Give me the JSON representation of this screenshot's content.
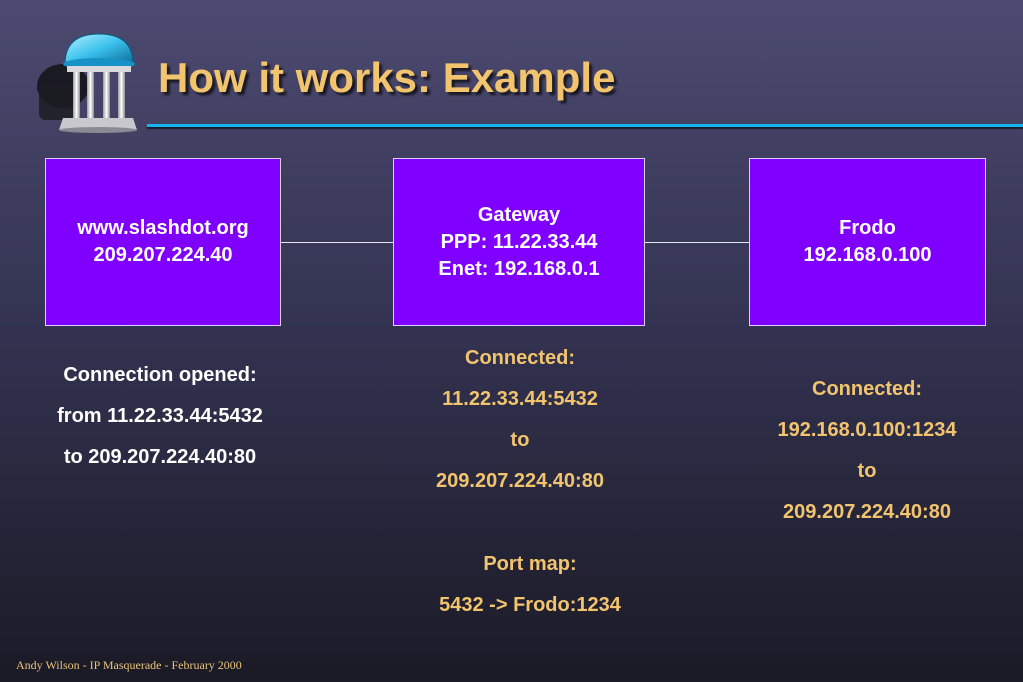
{
  "slide": {
    "title": "How it works: Example",
    "logo_icon": "gazebo-logo-icon",
    "accent_color": "#16b2ee",
    "title_color": "#f2c46e",
    "footer": "Andy Wilson - IP Masquerade - February 2000"
  },
  "nodes": {
    "server": {
      "lines": [
        "www.slashdot.org",
        "209.207.224.40"
      ]
    },
    "gateway": {
      "lines": [
        "Gateway",
        "PPP: 11.22.33.44",
        "Enet: 192.168.0.1"
      ]
    },
    "frodo": {
      "lines": [
        "Frodo",
        "192.168.0.100"
      ]
    },
    "box_color": "#8000ff"
  },
  "annotations": {
    "server": [
      "Connection opened:",
      "from 11.22.33.44:5432",
      "to 209.207.224.40:80"
    ],
    "gateway": [
      "Connected:",
      "11.22.33.44:5432",
      "to",
      "209.207.224.40:80"
    ],
    "port_map": [
      "Port map:",
      "5432 -> Frodo:1234"
    ],
    "frodo": [
      "Connected:",
      "192.168.0.100:1234",
      "to",
      "209.207.224.40:80"
    ]
  }
}
